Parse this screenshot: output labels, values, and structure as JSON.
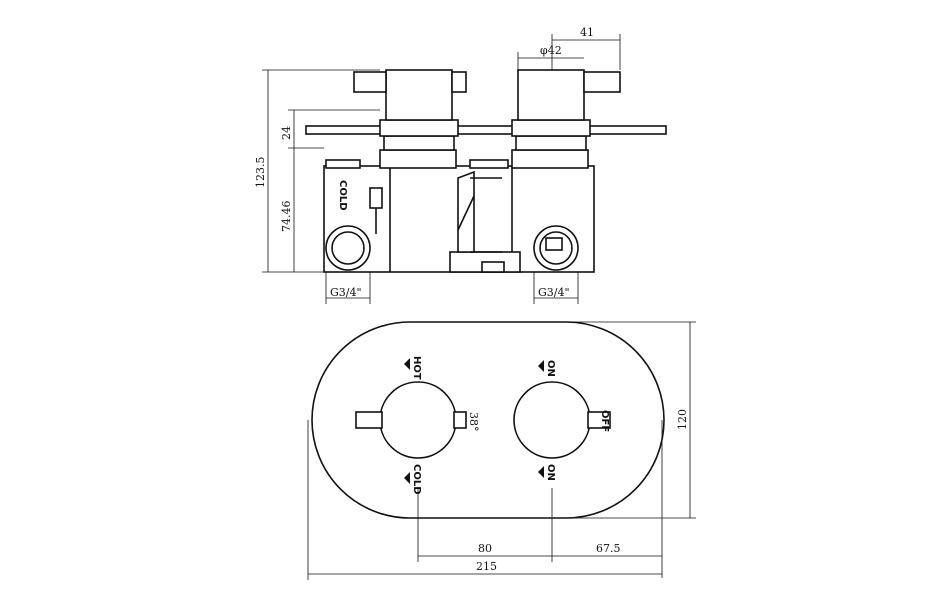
{
  "side_view": {
    "dims": {
      "width_41": "41",
      "diameter_42": "φ42",
      "height_24": "24",
      "height_123_5": "123.5",
      "height_74_46": "74.46"
    },
    "labels": {
      "cold": "COLD",
      "inlet_left": "G3/4\"",
      "inlet_right": "G3/4\""
    }
  },
  "front_view": {
    "labels": {
      "hot": "HOT",
      "temp": "38°",
      "cold": "COLD",
      "on_top": "ON",
      "off": "OFF",
      "on_bottom": "ON"
    },
    "dims": {
      "height_120": "120",
      "spacing_80": "80",
      "offset_67_5": "67.5",
      "width_215": "215"
    }
  }
}
